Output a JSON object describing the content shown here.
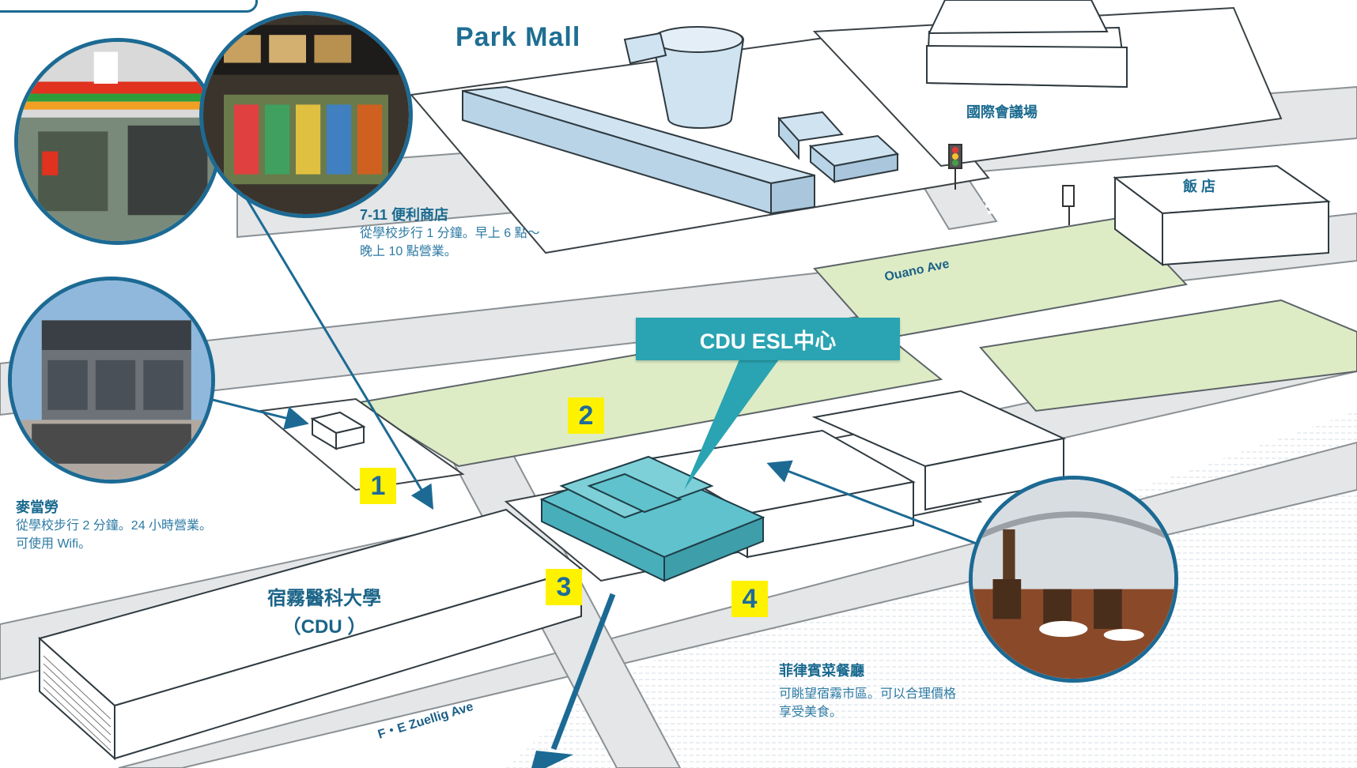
{
  "labels": {
    "park_mall": "Park Mall",
    "convention_center": "國際會議場",
    "hotel": "飯 店",
    "cdu_esl": "CDU ESL中心",
    "cdu_line1": "宿霧醫科大學",
    "cdu_line2": "（CDU ）",
    "street_ouano": "Ouano Ave",
    "street_zuellig": "F・E Zuellig Ave"
  },
  "markers": [
    "1",
    "2",
    "3",
    "4"
  ],
  "pois": {
    "seven_eleven": {
      "title": "7-11 便利商店",
      "desc_line1": "從學校步行 1 分鐘。早上 6 點～",
      "desc_line2": "晚上 10 點營業。"
    },
    "mcdonalds": {
      "title": "麥當勞",
      "desc_line1": "從學校步行 2 分鐘。24 小時營業。",
      "desc_line2": "可使用 Wifi。"
    },
    "restaurant": {
      "title": "菲律賓菜餐廳",
      "desc_line1": "可眺望宿霧市區。可以合理價格",
      "desc_line2": "享受美食。"
    }
  },
  "colors": {
    "accent_blue": "#1c6a94",
    "teal_building": "#5fc2cc",
    "teal_label": "#2aa4b2",
    "green_lot": "#deecc6",
    "marker_yellow": "#fff200",
    "pale_bldg": "#cfe3f1"
  }
}
